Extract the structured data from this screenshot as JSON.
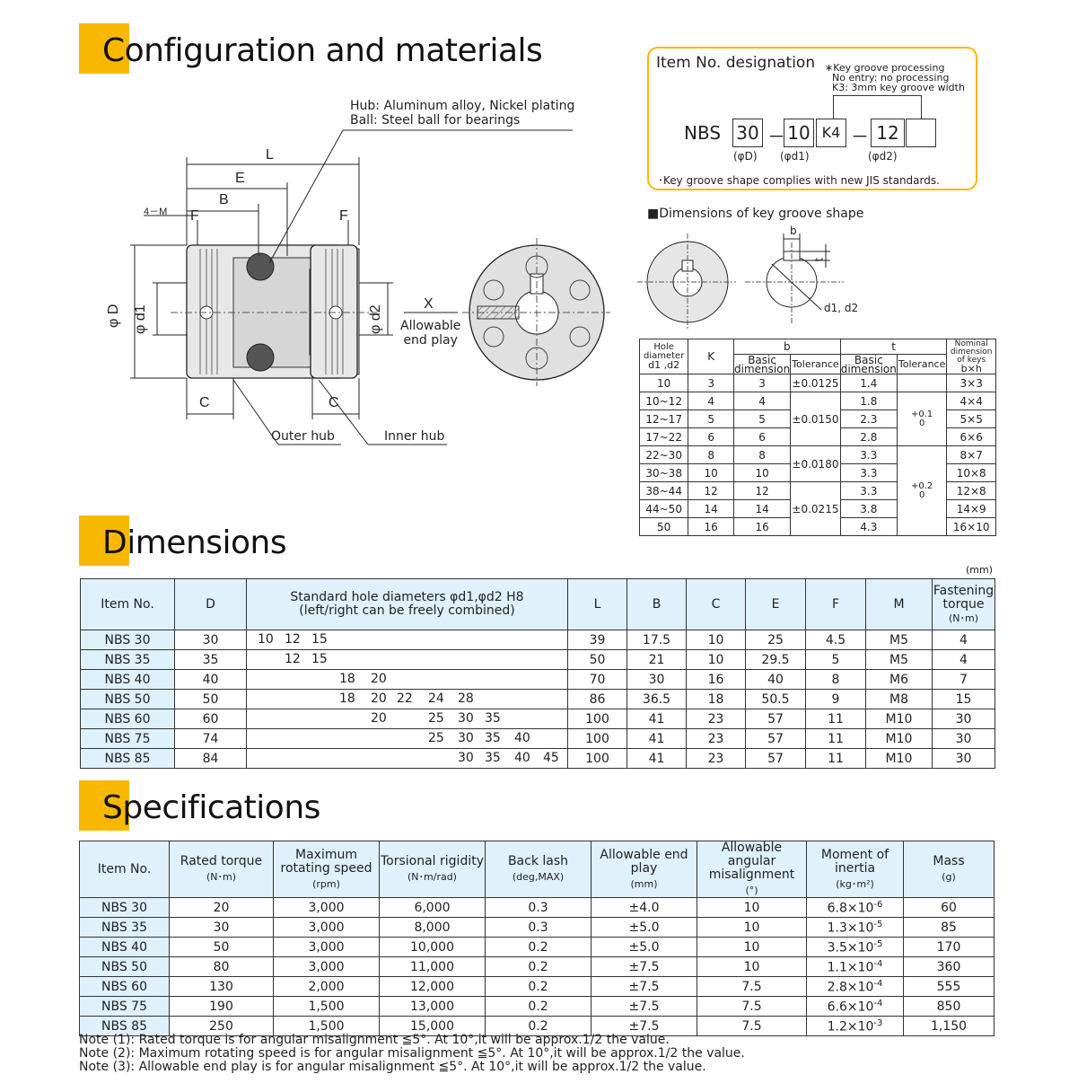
{
  "sections": {
    "config": "Configuration and materials",
    "dimensions": "Dimensions",
    "specifications": "Specifications"
  },
  "config": {
    "material_hub": "Hub: Aluminum alloy, Nickel plating",
    "material_ball": "Ball: Steel ball for bearings",
    "dim_L": "L",
    "dim_E": "E",
    "dim_B": "B",
    "dim_F": "F",
    "dim_F2": "F",
    "dim_4M": "4－M",
    "dim_C": "C",
    "dim_C2": "C",
    "dim_phiD": "φ D",
    "dim_phid1": "φ d1",
    "dim_phid2": "φ d2",
    "dim_X": "X",
    "allowable": "Allowable",
    "end_play": "end play",
    "outer_hub": "Outer hub",
    "inner_hub": "Inner hub"
  },
  "designation": {
    "title": "Item No. designation",
    "note1": "∗Key groove processing",
    "note2": "No entry: no processing",
    "note3": "K3: 3mm key groove width",
    "prefix": "NBS",
    "box1": "30",
    "dash1": "－",
    "box2": "10",
    "box3": "K4",
    "dash2": "－",
    "box4": "12",
    "box5": "",
    "lab1": "(φD)",
    "lab2": "(φd1)",
    "lab3": "(φd2)",
    "footnote": "･Key groove shape complies with new JIS standards."
  },
  "keygroove": {
    "title": "■Dimensions of key groove shape",
    "lbl_b": "b",
    "lbl_t": "t",
    "lbl_d": "d1, d2",
    "headers": {
      "hole": "Hole diameter",
      "hole2": "d1 ,d2",
      "K": "K",
      "b": "b",
      "t": "t",
      "basic": "Basic dimension",
      "tol": "Tolerance",
      "basic2": "Basic dimension",
      "tol2": "Tolerance",
      "nominal": "Nominal dimension of keys",
      "bxh": "b×h"
    },
    "tols": {
      "b1": "±0.0125",
      "b2": "±0.0150",
      "b3": "±0.0180",
      "b4": "±0.0215",
      "t1": "+0.1",
      "t1b": "0",
      "t2": "+0.2",
      "t2b": "0"
    },
    "rows": [
      [
        "10",
        "3",
        "3",
        "1.4",
        "3×3"
      ],
      [
        "10~12",
        "4",
        "4",
        "1.8",
        "4×4"
      ],
      [
        "12~17",
        "5",
        "5",
        "2.3",
        "5×5"
      ],
      [
        "17~22",
        "6",
        "6",
        "2.8",
        "6×6"
      ],
      [
        "22~30",
        "8",
        "8",
        "3.3",
        "8×7"
      ],
      [
        "30~38",
        "10",
        "10",
        "3.3",
        "10×8"
      ],
      [
        "38~44",
        "12",
        "12",
        "3.3",
        "12×8"
      ],
      [
        "44~50",
        "14",
        "14",
        "3.8",
        "14×9"
      ],
      [
        "50",
        "16",
        "16",
        "4.3",
        "16×10"
      ]
    ]
  },
  "dims": {
    "unit": "(mm)",
    "headers": [
      "Item No.",
      "D",
      "Standard hole diameters φd1,φd2 H8",
      "(left/right can be freely combined)",
      "L",
      "B",
      "C",
      "E",
      "F",
      "M",
      "Fastening torque",
      "(N･m)"
    ],
    "rows": [
      {
        "item": "NBS 30",
        "D": "30",
        "holes": [
          "10",
          "12",
          "15",
          "",
          "",
          "",
          "",
          "",
          "",
          "",
          ""
        ],
        "L": "39",
        "B": "17.5",
        "C": "10",
        "E": "25",
        "F": "4.5",
        "M": "M5",
        "T": "4"
      },
      {
        "item": "NBS 35",
        "D": "35",
        "holes": [
          "",
          "12",
          "15",
          "",
          "",
          "",
          "",
          "",
          "",
          "",
          ""
        ],
        "L": "50",
        "B": "21",
        "C": "10",
        "E": "29.5",
        "F": "5",
        "M": "M5",
        "T": "4"
      },
      {
        "item": "NBS 40",
        "D": "40",
        "holes": [
          "",
          "",
          "",
          "18",
          "20",
          "",
          "",
          "",
          "",
          "",
          ""
        ],
        "L": "70",
        "B": "30",
        "C": "16",
        "E": "40",
        "F": "8",
        "M": "M6",
        "T": "7"
      },
      {
        "item": "NBS 50",
        "D": "50",
        "holes": [
          "",
          "",
          "",
          "18",
          "20",
          "22",
          "24",
          "28",
          "",
          "",
          ""
        ],
        "L": "86",
        "B": "36.5",
        "C": "18",
        "E": "50.5",
        "F": "9",
        "M": "M8",
        "T": "15"
      },
      {
        "item": "NBS 60",
        "D": "60",
        "holes": [
          "",
          "",
          "",
          "",
          "20",
          "",
          "25",
          "30",
          "35",
          "",
          ""
        ],
        "L": "100",
        "B": "41",
        "C": "23",
        "E": "57",
        "F": "11",
        "M": "M10",
        "T": "30"
      },
      {
        "item": "NBS 75",
        "D": "74",
        "holes": [
          "",
          "",
          "",
          "",
          "",
          "",
          "25",
          "30",
          "35",
          "40",
          ""
        ],
        "L": "100",
        "B": "41",
        "C": "23",
        "E": "57",
        "F": "11",
        "M": "M10",
        "T": "30"
      },
      {
        "item": "NBS 85",
        "D": "84",
        "holes": [
          "",
          "",
          "",
          "",
          "",
          "",
          "",
          "30",
          "35",
          "40",
          "45"
        ],
        "L": "100",
        "B": "41",
        "C": "23",
        "E": "57",
        "F": "11",
        "M": "M10",
        "T": "30"
      }
    ]
  },
  "specs": {
    "headers": [
      {
        "t": "Item No.",
        "u": ""
      },
      {
        "t": "Rated torque",
        "u": "(N･m)"
      },
      {
        "t": "Maximum rotating speed",
        "u": "(rpm)"
      },
      {
        "t": "Torsional rigidity",
        "u": "(N･m/rad)"
      },
      {
        "t": "Back lash",
        "u": "(deg,MAX)"
      },
      {
        "t": "Allowable end play",
        "u": "(mm)"
      },
      {
        "t": "Allowable angular misalignment",
        "u": "(°)"
      },
      {
        "t": "Moment of inertia",
        "u": "(kg･m²)"
      },
      {
        "t": "Mass",
        "u": "(g)"
      }
    ],
    "rows": [
      {
        "item": "NBS 30",
        "tq": "20",
        "spd": "3,000",
        "rig": "6,000",
        "bl": "0.3",
        "ep": "±4.0",
        "ang": "10",
        "m": "6.8",
        "e": "-6",
        "g": "60"
      },
      {
        "item": "NBS 35",
        "tq": "30",
        "spd": "3,000",
        "rig": "8,000",
        "bl": "0.3",
        "ep": "±5.0",
        "ang": "10",
        "m": "1.3",
        "e": "-5",
        "g": "85"
      },
      {
        "item": "NBS 40",
        "tq": "50",
        "spd": "3,000",
        "rig": "10,000",
        "bl": "0.2",
        "ep": "±5.0",
        "ang": "10",
        "m": "3.5",
        "e": "-5",
        "g": "170"
      },
      {
        "item": "NBS 50",
        "tq": "80",
        "spd": "3,000",
        "rig": "11,000",
        "bl": "0.2",
        "ep": "±7.5",
        "ang": "10",
        "m": "1.1",
        "e": "-4",
        "g": "360"
      },
      {
        "item": "NBS 60",
        "tq": "130",
        "spd": "2,000",
        "rig": "12,000",
        "bl": "0.2",
        "ep": "±7.5",
        "ang": "7.5",
        "m": "2.8",
        "e": "-4",
        "g": "555"
      },
      {
        "item": "NBS 75",
        "tq": "190",
        "spd": "1,500",
        "rig": "13,000",
        "bl": "0.2",
        "ep": "±7.5",
        "ang": "7.5",
        "m": "6.6",
        "e": "-4",
        "g": "850"
      },
      {
        "item": "NBS 85",
        "tq": "250",
        "spd": "1,500",
        "rig": "15,000",
        "bl": "0.2",
        "ep": "±7.5",
        "ang": "7.5",
        "m": "1.2",
        "e": "-3",
        "g": "1,150"
      }
    ],
    "times": "×10"
  },
  "notes": [
    "Note (1): Rated torque is for angular misalignment ≦5°. At 10°,it will be approx.1/2 the value.",
    "Note (2): Maximum rotating speed is for angular misalignment ≦5°. At 10°,it will be approx.1/2 the value.",
    "Note (3): Allowable end play is for angular misalignment ≦5°. At 10°,it will be approx.1/2 the value."
  ]
}
